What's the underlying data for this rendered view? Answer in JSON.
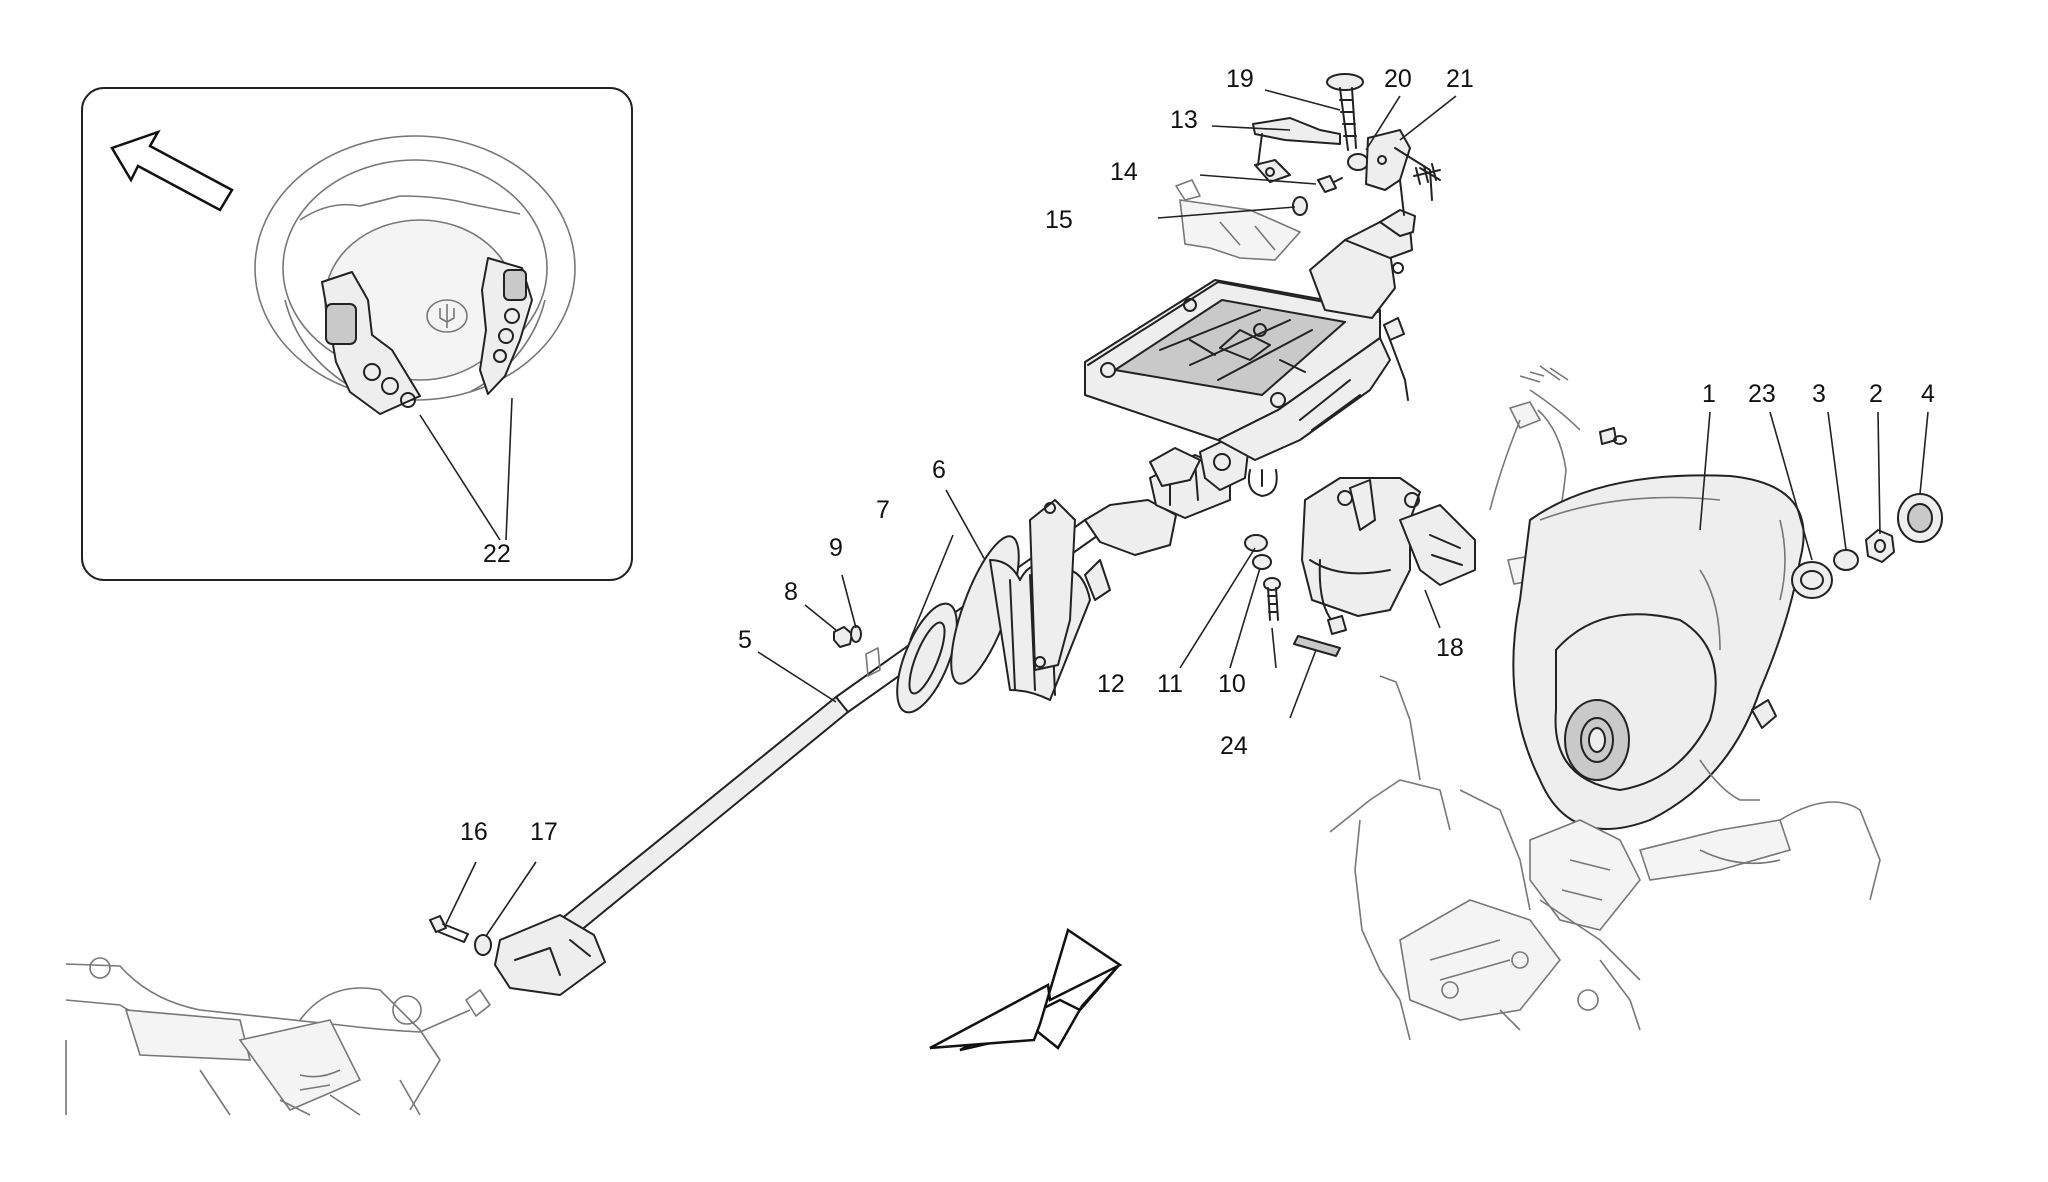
{
  "diagram": {
    "inset_callout": "22",
    "callouts": {
      "p1": "1",
      "p2": "2",
      "p3": "3",
      "p4": "4",
      "p5": "5",
      "p6": "6",
      "p7": "7",
      "p8": "8",
      "p9": "9",
      "p10": "10",
      "p11": "11",
      "p12": "12",
      "p13": "13",
      "p14": "14",
      "p15": "15",
      "p16": "16",
      "p17": "17",
      "p18": "18",
      "p19": "19",
      "p20": "20",
      "p21": "21",
      "p23": "23",
      "p24": "24"
    }
  }
}
